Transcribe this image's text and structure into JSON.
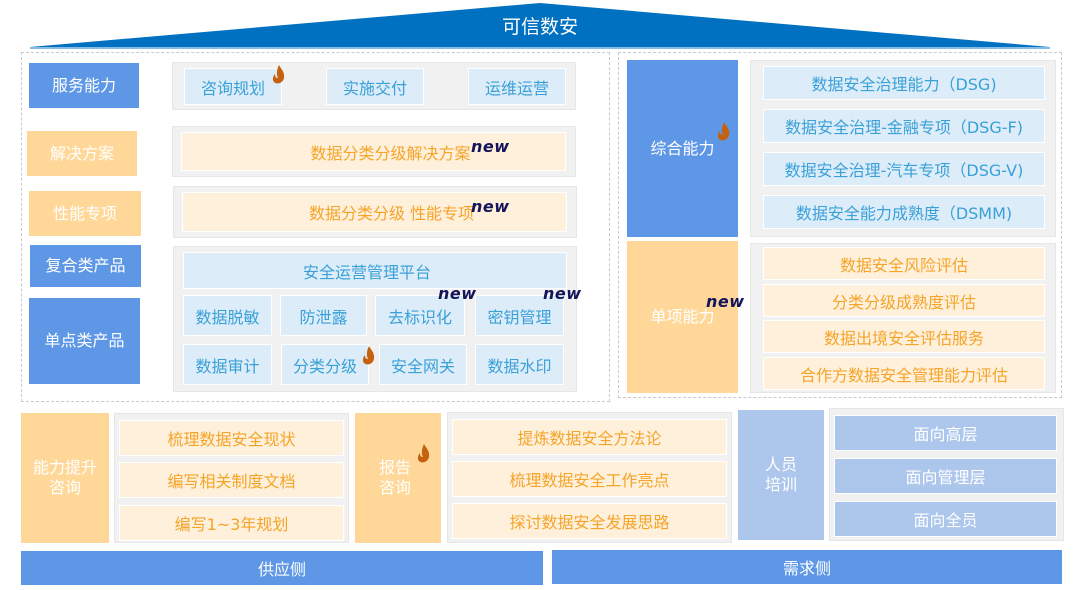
{
  "title": "可信数安",
  "colors": {
    "roof": "#0070c0",
    "category_blue": "#5d97e6",
    "category_orange": "#ffd899",
    "category_light_blue": "#acc6ec",
    "cell_blue_bg": "#dcedf9",
    "cell_blue_text": "#3aa0d8",
    "cell_orange_bg": "#fff0dc",
    "cell_orange_text": "#f5a428",
    "new_tag": "#14155a",
    "flame": "#c4620f"
  },
  "badge_new": "new",
  "left_panel": {
    "service": {
      "label": "服务能力",
      "items": [
        "咨询规划",
        "实施交付",
        "运维运营"
      ]
    },
    "solution": {
      "label": "解决方案",
      "item": "数据分类分级解决方案"
    },
    "performance": {
      "label": "性能专项",
      "item": "数据分类分级 性能专项"
    },
    "composite": {
      "label": "复合类产品",
      "item": "安全运营管理平台"
    },
    "single": {
      "label": "单点类产品",
      "row1": [
        "数据脱敏",
        "防泄露",
        "去标识化",
        "密钥管理"
      ],
      "row2": [
        "数据审计",
        "分类分级",
        "安全网关",
        "数据水印"
      ]
    }
  },
  "right_panel": {
    "comprehensive": {
      "label": "综合能力",
      "items": [
        "数据安全治理能力（DSG)",
        "数据安全治理-金融专项（DSG-F)",
        "数据安全治理-汽车专项（DSG-V)",
        "数据安全能力成熟度（DSMM)"
      ]
    },
    "individual": {
      "label": "单项能力",
      "items": [
        "数据安全风险评估",
        "分类分级成熟度评估",
        "数据出境安全评估服务",
        "合作方数据安全管理能力评估"
      ]
    }
  },
  "bottom": {
    "capability_consulting": {
      "label": "能力提升\n咨询",
      "label_lines": [
        "能力提升",
        "咨询"
      ],
      "items": [
        "梳理数据安全现状",
        "编写相关制度文档",
        "编写1~3年规划"
      ]
    },
    "report_consulting": {
      "label_lines": [
        "报告",
        "咨询"
      ],
      "items": [
        "提炼数据安全方法论",
        "梳理数据安全工作亮点",
        "探讨数据安全发展思路"
      ]
    },
    "training": {
      "label_lines": [
        "人员",
        "培训"
      ],
      "items": [
        "面向高层",
        "面向管理层",
        "面向全员"
      ]
    }
  },
  "footer": {
    "supply": "供应侧",
    "demand": "需求侧"
  }
}
